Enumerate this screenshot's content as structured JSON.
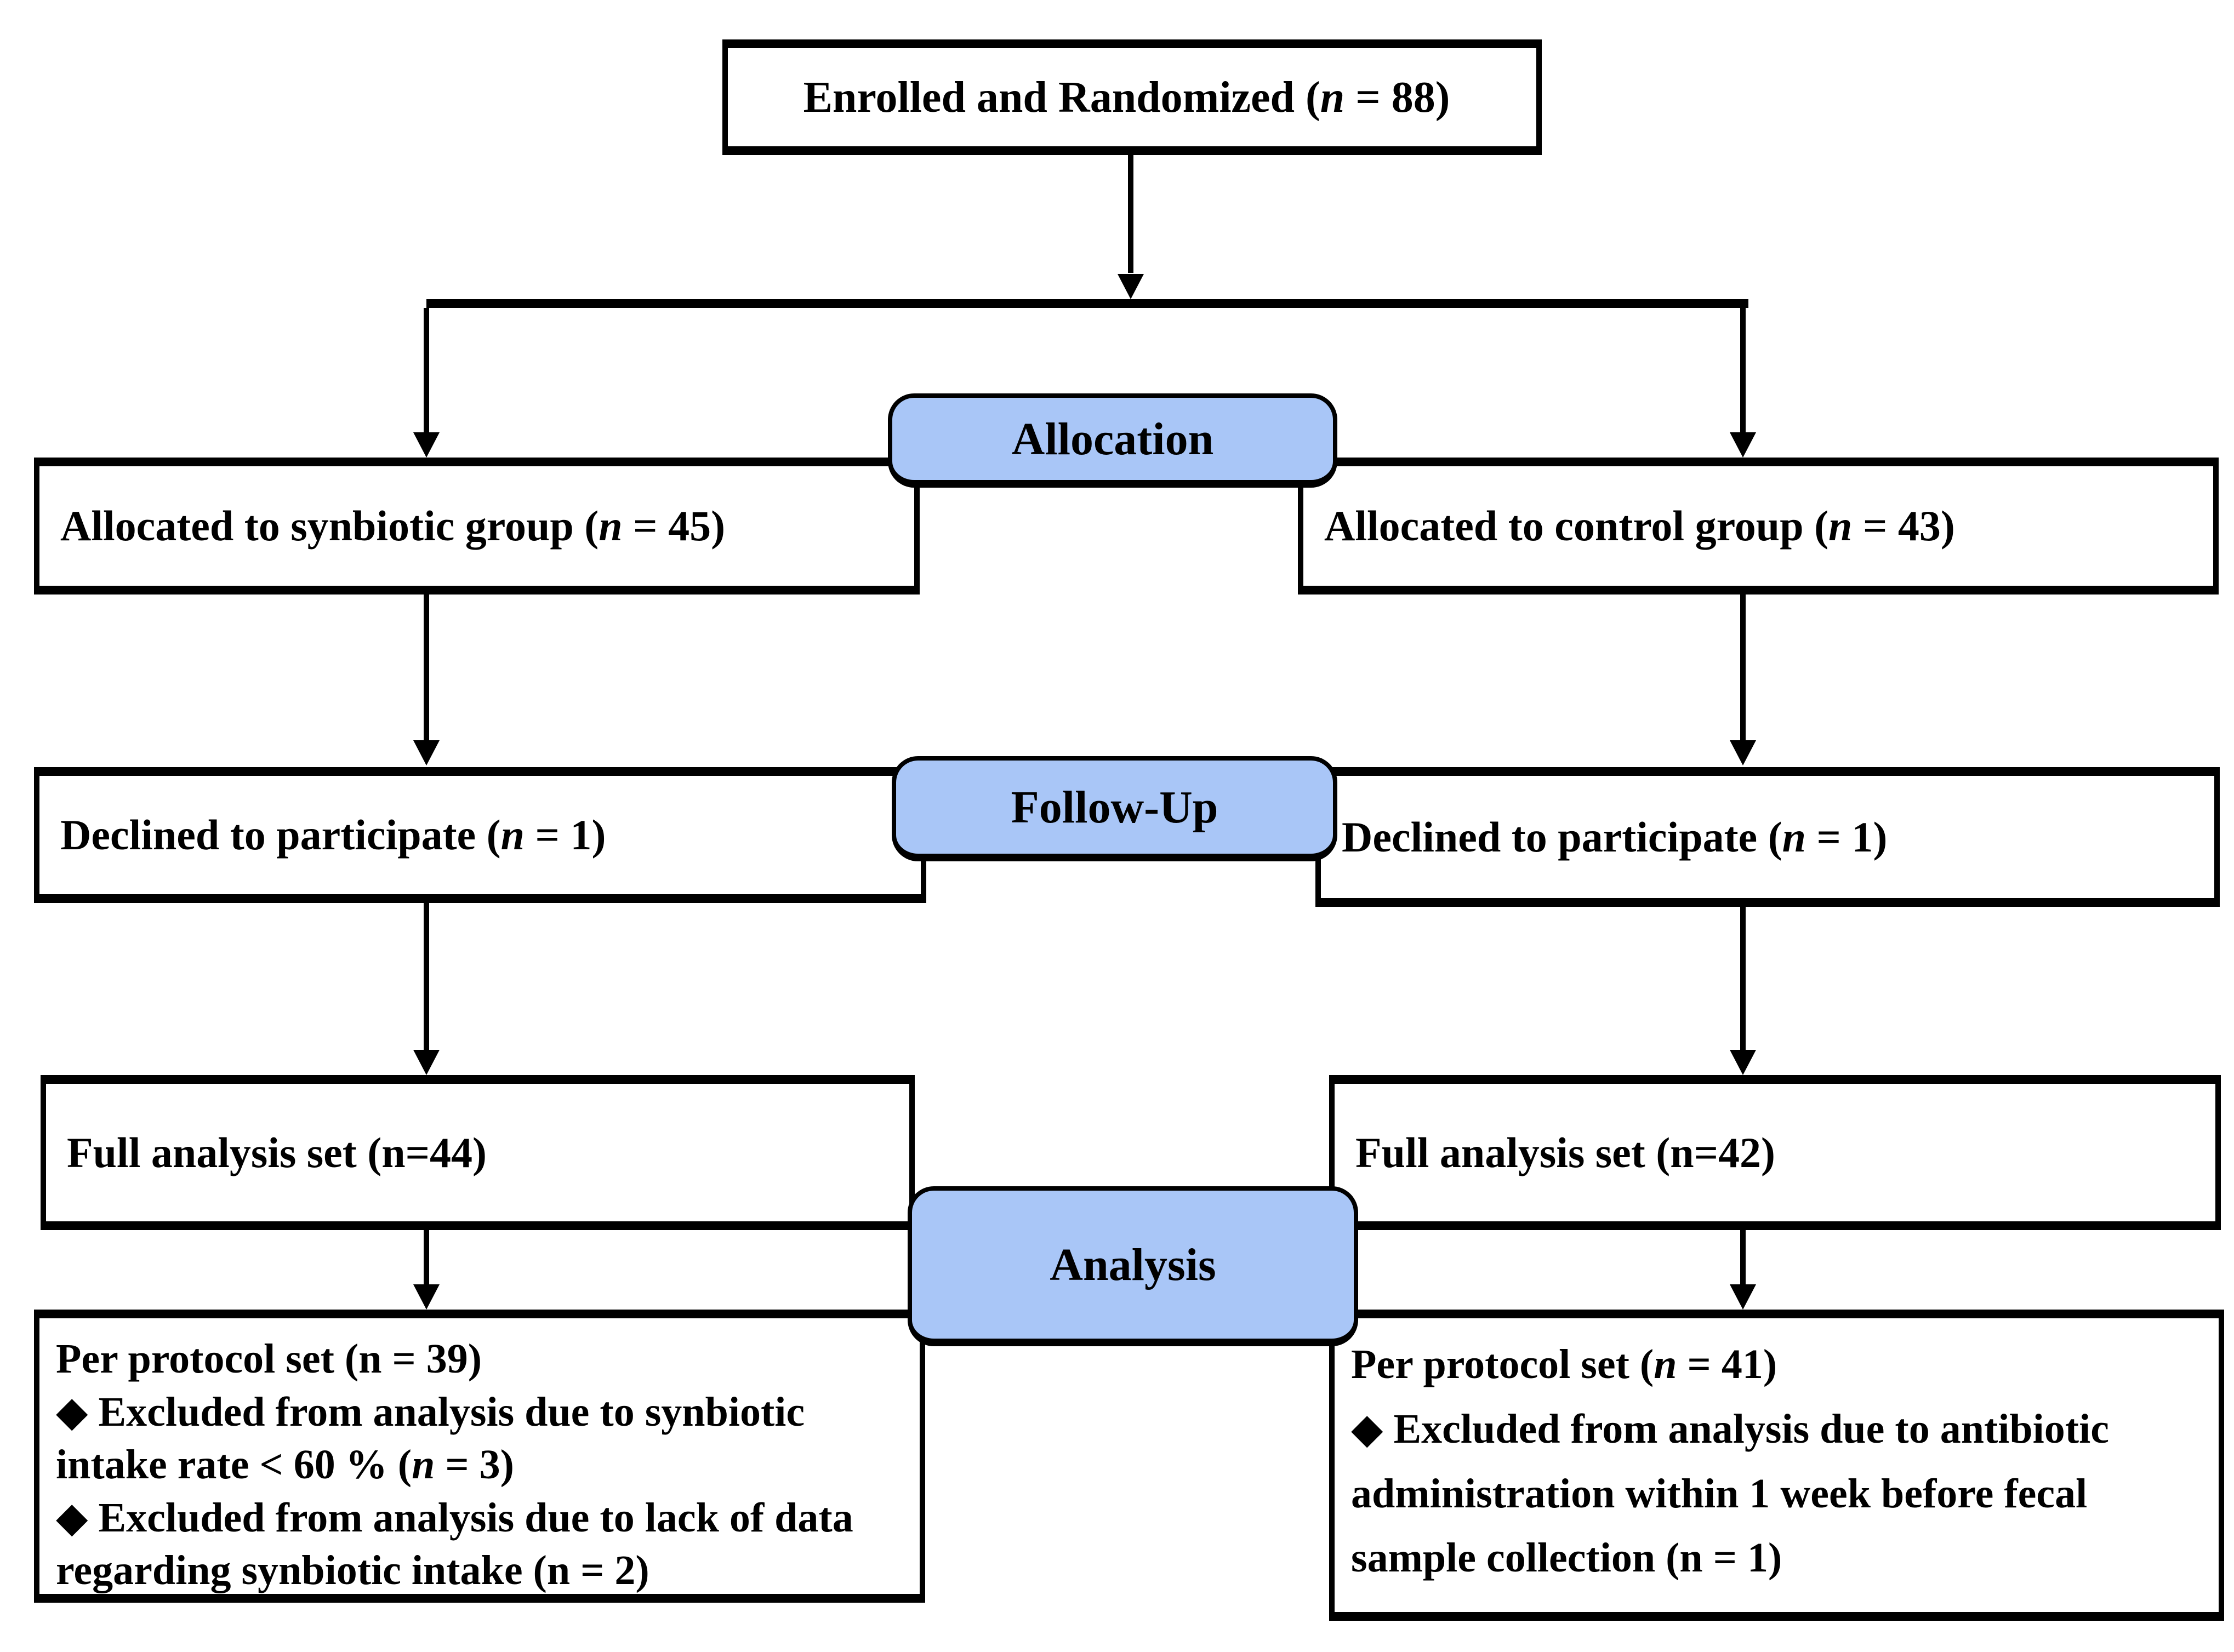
{
  "colors": {
    "stage_fill": "#a9c6f7",
    "line": "#000000",
    "box_bg": "#ffffff"
  },
  "flow": {
    "enrolled": "Enrolled and Randomized (*n* = 88)",
    "stages": {
      "allocation": "Allocation",
      "follow_up": "Follow-Up",
      "analysis": "Analysis"
    },
    "synbiotic": {
      "allocated": "Allocated to synbiotic group (*n* = 45)",
      "declined": "Declined to participate (*n* = 1)",
      "full_analysis": "Full analysis set (n=44)",
      "per_protocol": [
        "Per protocol set (n = 39)",
        "◆ Excluded from analysis due to synbiotic intake rate  < 60 % (*n* = 3)",
        "◆ Excluded from analysis due to lack of data regarding synbiotic intake (n = 2)"
      ]
    },
    "control": {
      "allocated": "Allocated to control group (*n* = 43)",
      "declined": "Declined to participate (*n* = 1)",
      "full_analysis": "Full analysis set (n=42)",
      "per_protocol": [
        "Per protocol set (*n* = 41)",
        "◆ Excluded from analysis due to antibiotic administration within 1 week before fecal sample collection (n = 1)"
      ]
    }
  }
}
